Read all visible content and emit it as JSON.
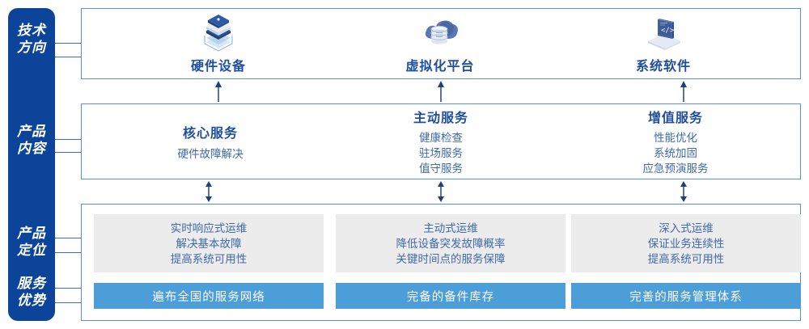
{
  "rail": {
    "bg_color": "#0b4499",
    "labels": [
      {
        "name": "tech-direction",
        "line1": "技术",
        "line2": "方向"
      },
      {
        "name": "product-content",
        "line1": "产品",
        "line2": "内容"
      },
      {
        "name": "product-positioning",
        "line1": "产品",
        "line2": "定位"
      },
      {
        "name": "service-advantage",
        "line1": "服务",
        "line2": "优势"
      }
    ]
  },
  "tech_row": {
    "columns": [
      {
        "icon": "server-stack-icon",
        "title": "硬件设备"
      },
      {
        "icon": "cloud-database-icon",
        "title": "虚拟化平台"
      },
      {
        "icon": "laptop-code-icon",
        "title": "系统软件"
      }
    ]
  },
  "content_row": {
    "columns": [
      {
        "title": "核心服务",
        "items": [
          "硬件故障解决"
        ]
      },
      {
        "title": "主动服务",
        "items": [
          "健康检查",
          "驻场服务",
          "值守服务"
        ]
      },
      {
        "title": "增值服务",
        "items": [
          "性能优化",
          "系统加固",
          "应急预演服务"
        ]
      }
    ]
  },
  "positioning_row": {
    "boxes": [
      {
        "items": [
          "实时响应式运维",
          "解决基本故障",
          "提高系统可用性"
        ]
      },
      {
        "items": [
          "主动式运维",
          "降低设备突发故障概率",
          "关键时间点的服务保障"
        ]
      },
      {
        "items": [
          "深入式运维",
          "保证业务连续性",
          "提高系统可用性"
        ]
      }
    ]
  },
  "advantage_row": {
    "bar_color": "#4c9ed9",
    "bars": [
      {
        "label": "遍布全国的服务网络"
      },
      {
        "label": "完备的备件库存"
      },
      {
        "label": "完善的服务管理体系"
      }
    ]
  },
  "colors": {
    "rail_navy": "#0b4499",
    "panel_border": "#5c8fd0",
    "heading_blue": "#1f4e9c",
    "body_blue": "#3f6aa8",
    "gray_box": "#ececec",
    "accent_blue": "#4c9ed9",
    "arrow_navy": "#1f3f7a"
  }
}
